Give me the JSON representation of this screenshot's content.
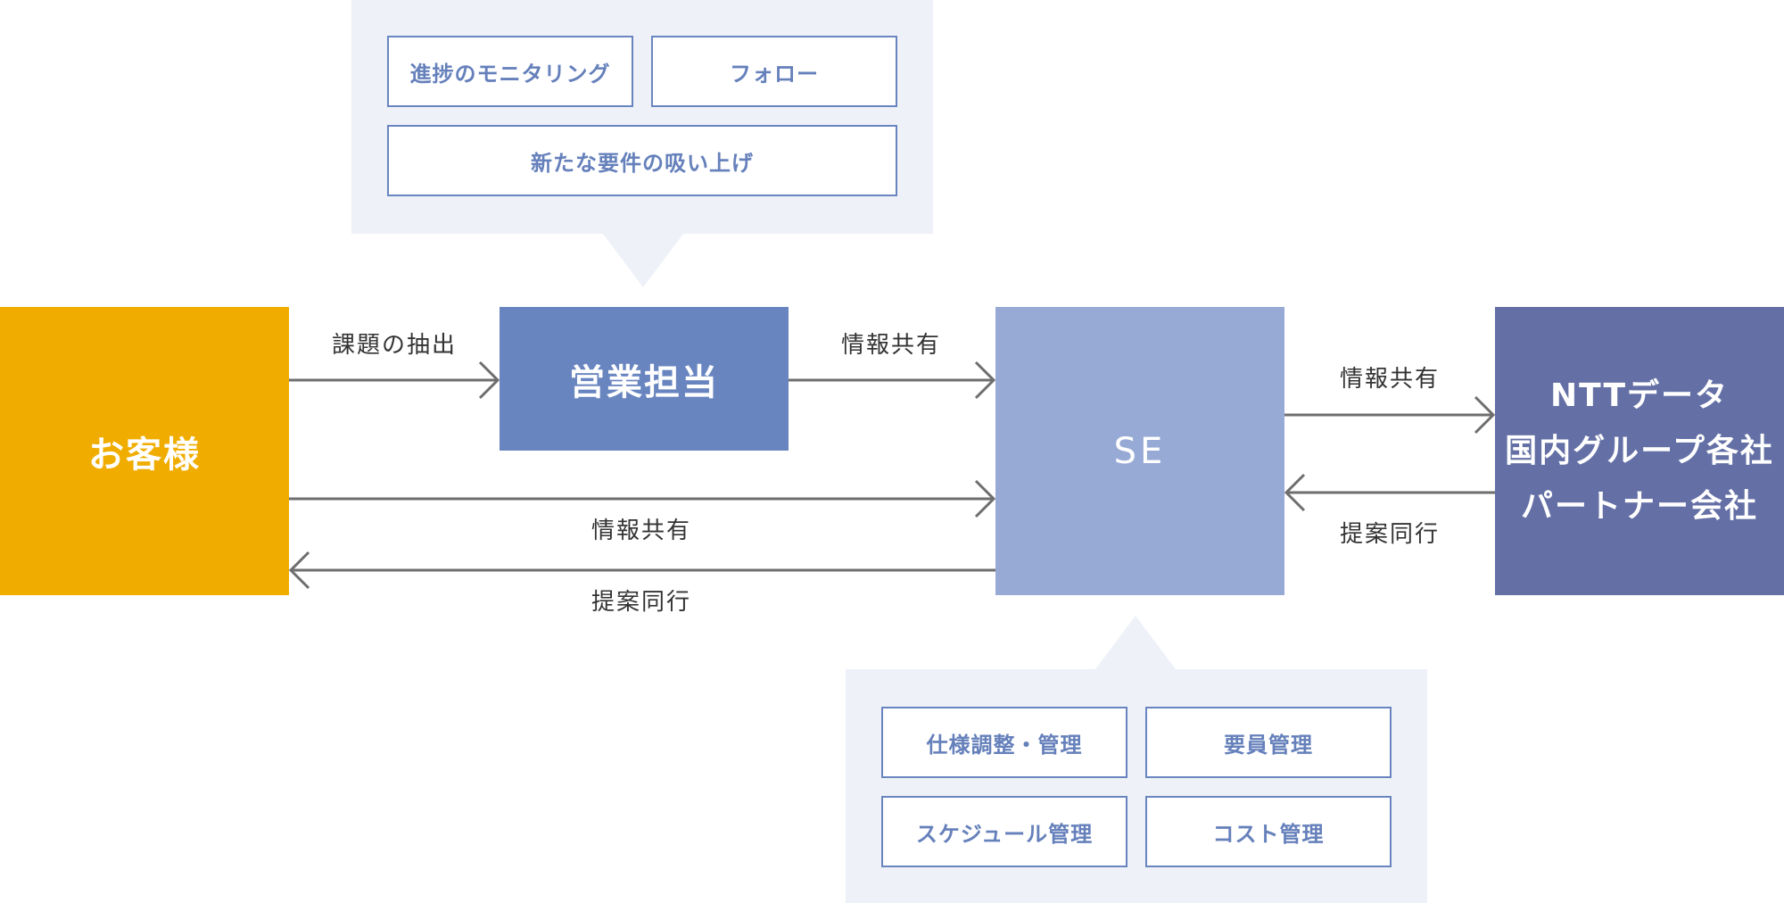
{
  "sales_bubble": {
    "tasks": [
      {
        "label": "進捗のモニタリング"
      },
      {
        "label": "フォロー"
      },
      {
        "label": "新たな要件の吸い上げ"
      }
    ]
  },
  "se_bubble": {
    "tasks": [
      {
        "label": "仕様調整・管理"
      },
      {
        "label": "要員管理"
      },
      {
        "label": "スケジュール管理"
      },
      {
        "label": "コスト管理"
      }
    ]
  },
  "nodes": {
    "customer": {
      "label": "お客様"
    },
    "sales": {
      "label": "営業担当"
    },
    "se": {
      "label": "SE"
    },
    "partner": {
      "lines": [
        "NTTデータ",
        "国内グループ各社",
        "パートナー会社"
      ]
    }
  },
  "edges": {
    "customer_to_sales": {
      "label": "課題の抽出"
    },
    "sales_to_se": {
      "label": "情報共有"
    },
    "customer_to_se": {
      "label": "情報共有"
    },
    "se_to_customer": {
      "label": "提案同行"
    },
    "se_to_partner": {
      "label": "情報共有"
    },
    "partner_to_se": {
      "label": "提案同行"
    }
  },
  "colors": {
    "customer": "#f0ad00",
    "sales": "#6985c0",
    "se": "#97aad5",
    "partner": "#6470a5",
    "bubble": "#eef1f8",
    "arrow": "#6e6e6e"
  }
}
